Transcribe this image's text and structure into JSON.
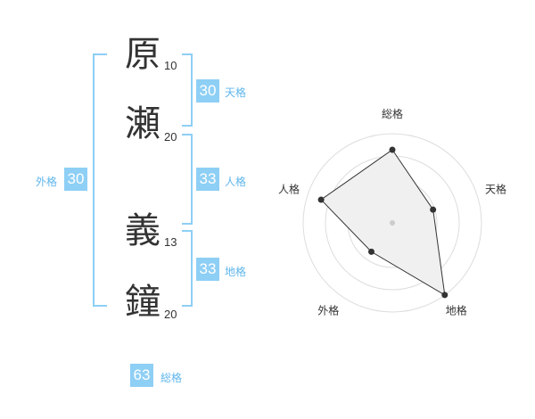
{
  "name": [
    {
      "char": "原",
      "strokes": "10"
    },
    {
      "char": "瀬",
      "strokes": "20"
    },
    {
      "char": "義",
      "strokes": "13"
    },
    {
      "char": "鐘",
      "strokes": "20"
    }
  ],
  "ten": {
    "value": "30",
    "label": "天格"
  },
  "jin": {
    "value": "33",
    "label": "人格"
  },
  "chi": {
    "value": "33",
    "label": "地格"
  },
  "gai": {
    "value": "30",
    "label": "外格"
  },
  "so": {
    "value": "63",
    "label": "総格"
  },
  "colors": {
    "accent": "#8ecff5",
    "accent_text": "#5fb6ec",
    "fill": "#f0f0f0"
  },
  "chart_data": {
    "type": "radar",
    "axes": [
      "総格",
      "天格",
      "地格",
      "外格",
      "人格"
    ],
    "values": [
      0.82,
      0.48,
      1.0,
      0.4,
      0.84
    ],
    "rings": 4
  }
}
